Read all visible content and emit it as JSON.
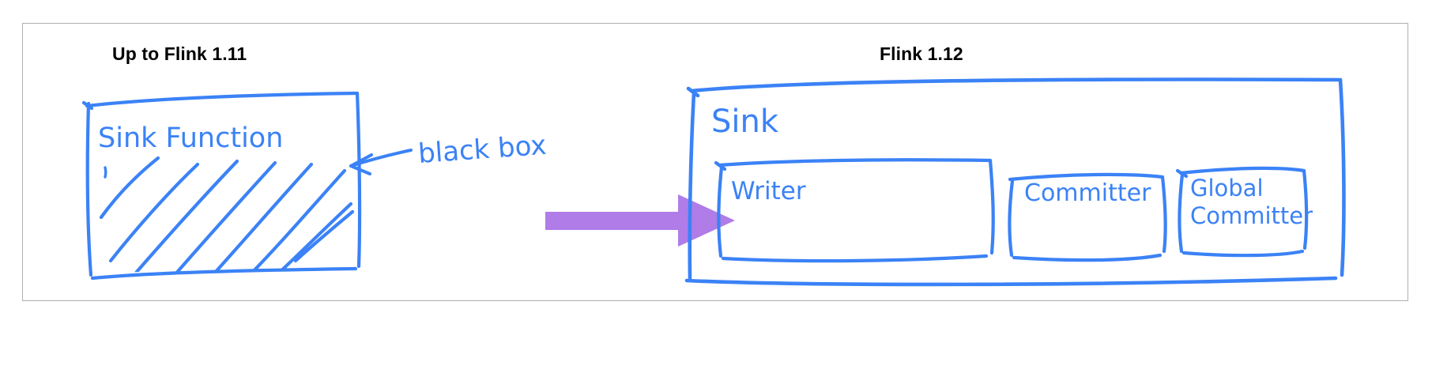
{
  "figure": {
    "kind": "hand-drawn-diagram",
    "background_color": "#ffffff",
    "frame_border_color": "#b0b0b0",
    "ink_color": "#3b82f6",
    "arrow_color": "#b07ce8",
    "title_color": "#000000"
  },
  "left_panel": {
    "title": "Up to Flink 1.11",
    "box_label": "Sink Function",
    "box_fill_style": "diagonal-hatching",
    "annotation": {
      "text": "black box",
      "pointer": "left-arrow"
    }
  },
  "transition": {
    "arrow_name": "purple-right-arrow",
    "direction": "right",
    "color": "#b07ce8"
  },
  "right_panel": {
    "title": "Flink 1.12",
    "box_label": "Sink",
    "inner_boxes": [
      {
        "label": "Writer"
      },
      {
        "label": "Committer"
      },
      {
        "label": "Global\nCommitter",
        "line1": "Global",
        "line2": "Committer"
      }
    ]
  }
}
